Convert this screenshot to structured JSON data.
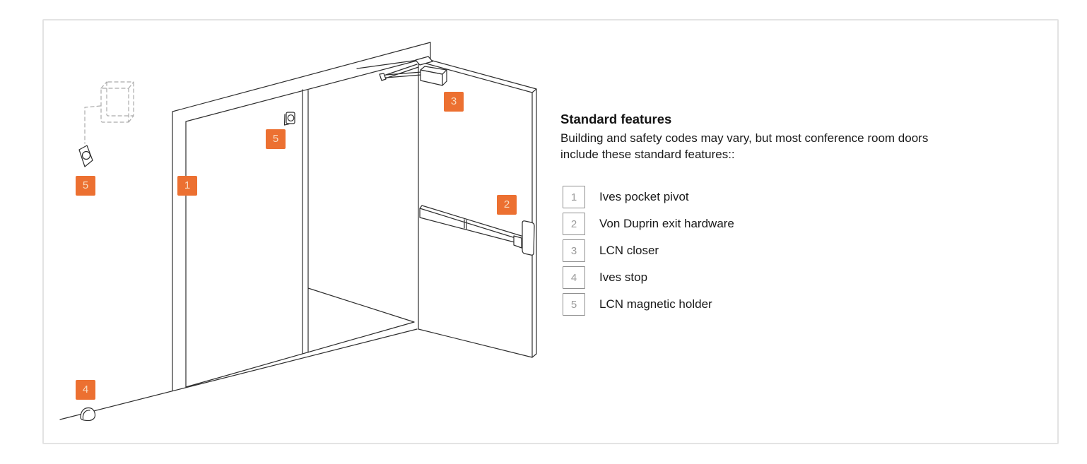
{
  "colors": {
    "accent_orange": "#EC7031",
    "line_art": "#2E2E2E",
    "dashed_gray": "#ABABAB",
    "legend_gray": "#9A9A9A",
    "canvas_border": "#E3E3E3"
  },
  "legend": {
    "title": "Standard features",
    "description_lines": [
      "Building and safety codes may vary, but most conference room doors",
      "include these standard features::"
    ],
    "items": [
      {
        "number": "1",
        "label": "Ives pocket pivot"
      },
      {
        "number": "2",
        "label": "Von Duprin exit hardware"
      },
      {
        "number": "3",
        "label": "LCN closer"
      },
      {
        "number": "4",
        "label": "Ives stop"
      },
      {
        "number": "5",
        "label": "LCN magnetic holder"
      }
    ]
  },
  "diagram": {
    "badges": [
      {
        "number": "1",
        "refers_to": "Ives pocket pivot"
      },
      {
        "number": "2",
        "refers_to": "Von Duprin exit hardware"
      },
      {
        "number": "3",
        "refers_to": "LCN closer"
      },
      {
        "number": "4",
        "refers_to": "Ives stop"
      },
      {
        "number": "5",
        "refers_to": "LCN magnetic holder"
      },
      {
        "number": "5",
        "refers_to": "LCN magnetic holder"
      }
    ]
  }
}
